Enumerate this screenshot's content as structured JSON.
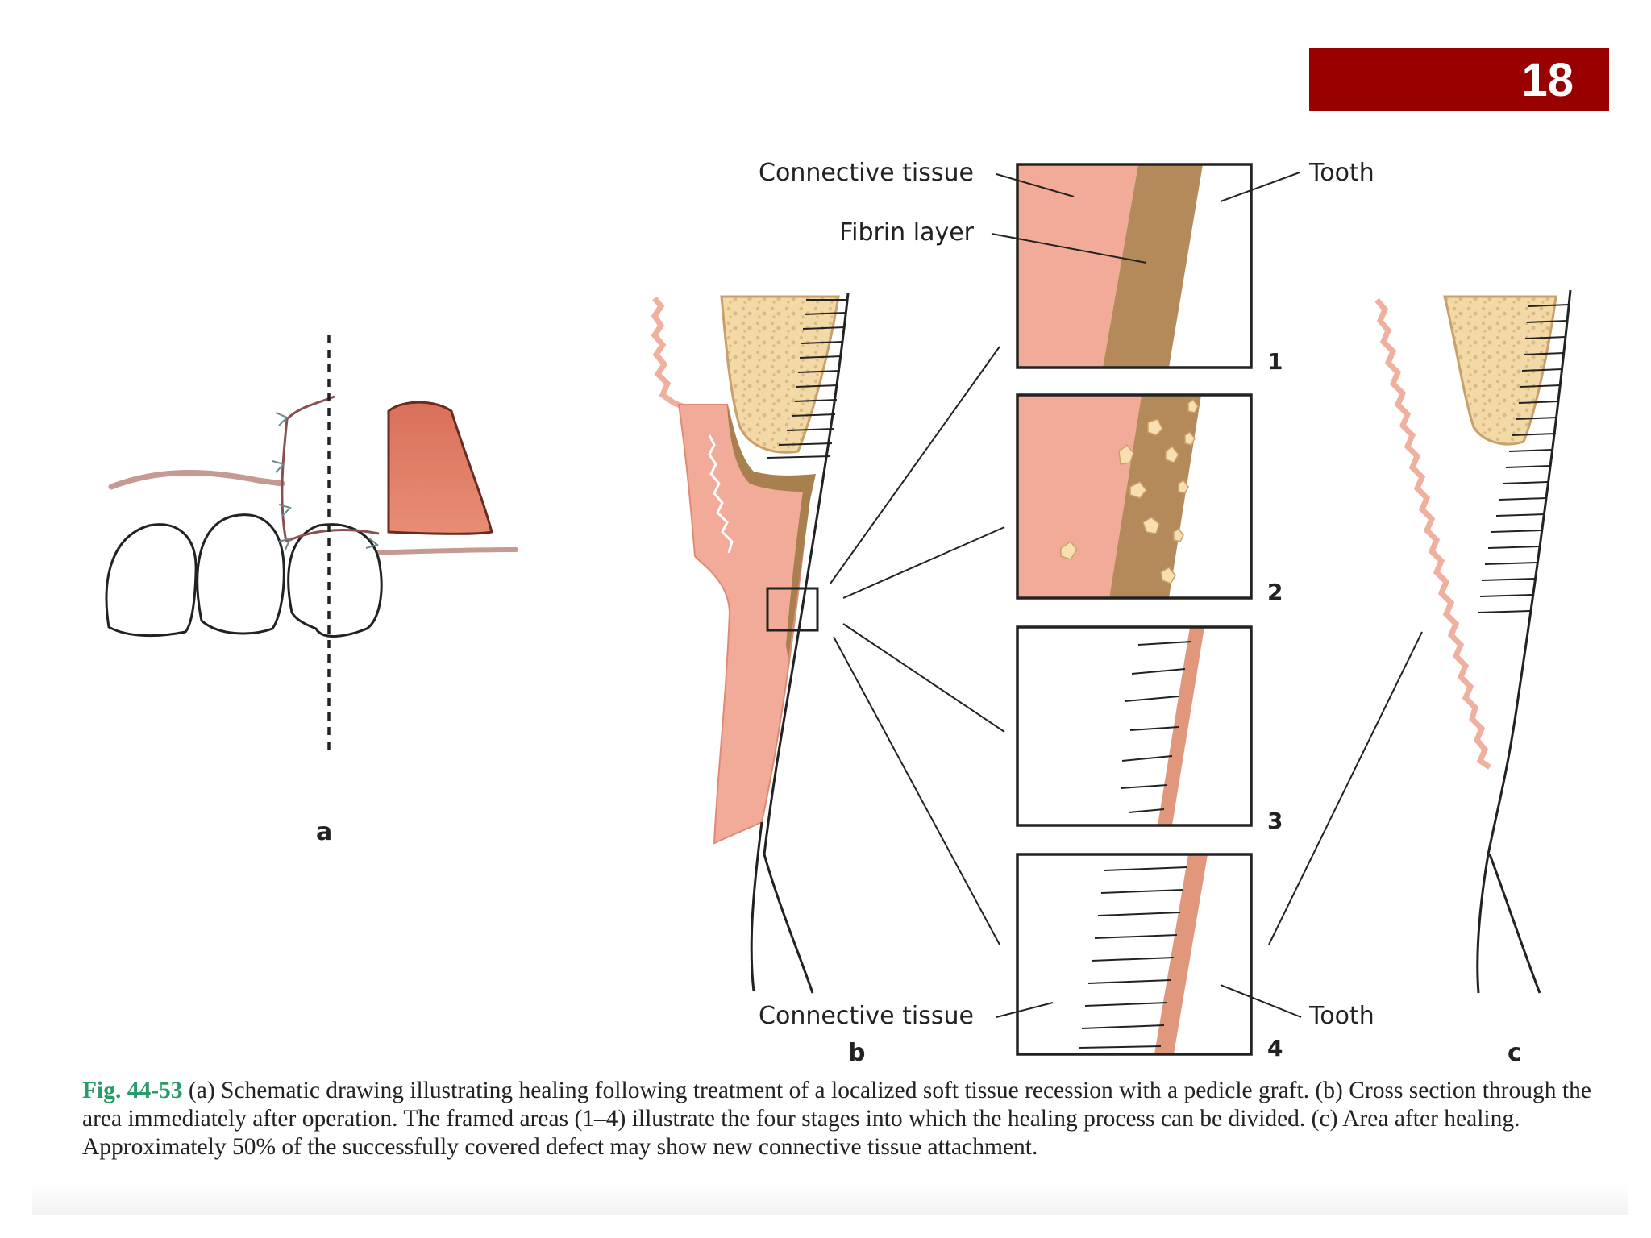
{
  "slide_number": "18",
  "labels": {
    "connective_tissue_top": "Connective tissue",
    "fibrin_layer": "Fibrin layer",
    "tooth_top": "Tooth",
    "connective_tissue_bottom": "Connective tissue",
    "tooth_bottom": "Tooth"
  },
  "panel_letters": {
    "a": "a",
    "b": "b",
    "c": "c"
  },
  "stages": [
    "1",
    "2",
    "3",
    "4"
  ],
  "caption": {
    "fig_ref": "Fig. 44-53",
    "text": " (a) Schematic drawing illustrating healing following treatment of a localized soft tissue recession with a pedicle graft. (b) Cross section through the area immediately after operation. The framed areas (1–4) illustrate the four stages into which the healing process can be divided. (c) Area after healing. Approximately 50% of the successfully covered defect may show new connective tissue attachment."
  },
  "colors": {
    "badge": "#990000",
    "graft": "#e07a62",
    "soft_tissue": "#f2ab98",
    "fibrin": "#b58a5a",
    "bone": "#f3d9a6",
    "fig_ref": "#2a9a6a"
  }
}
